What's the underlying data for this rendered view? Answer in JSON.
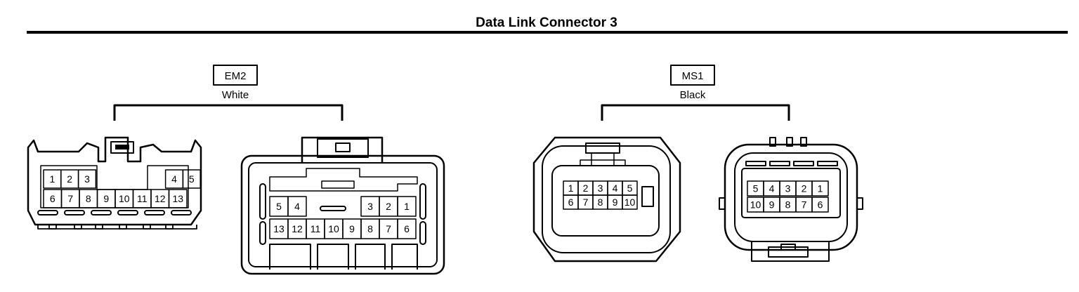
{
  "title": "Data Link Connector 3",
  "connectors": [
    {
      "id": "EM2",
      "color": "White",
      "views": [
        {
          "rows": [
            [
              "1",
              "2",
              "3",
              "",
              "",
              "",
              "",
              "4",
              "5"
            ],
            [
              "6",
              "7",
              "8",
              "9",
              "10",
              "11",
              "12",
              "13"
            ]
          ]
        },
        {
          "rows": [
            [
              "5",
              "4",
              "",
              "",
              "",
              "3",
              "2",
              "1"
            ],
            [
              "13",
              "12",
              "11",
              "10",
              "9",
              "8",
              "7",
              "6"
            ]
          ]
        }
      ]
    },
    {
      "id": "MS1",
      "color": "Black",
      "views": [
        {
          "rows": [
            [
              "1",
              "2",
              "3",
              "4",
              "5"
            ],
            [
              "6",
              "7",
              "8",
              "9",
              "10"
            ]
          ]
        },
        {
          "rows": [
            [
              "5",
              "4",
              "3",
              "2",
              "1"
            ],
            [
              "10",
              "9",
              "8",
              "7",
              "6"
            ]
          ]
        }
      ]
    }
  ]
}
